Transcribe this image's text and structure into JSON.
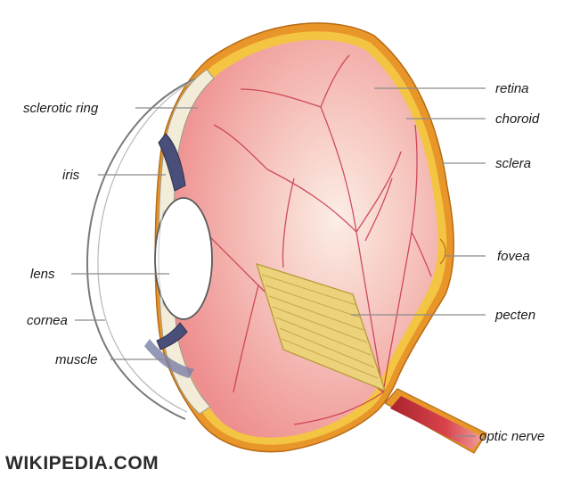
{
  "diagram": {
    "labels": {
      "sclerotic_ring": "sclerotic ring",
      "iris": "iris",
      "lens": "lens",
      "cornea": "cornea",
      "muscle": "muscle",
      "retina": "retina",
      "choroid": "choroid",
      "sclera": "sclera",
      "fovea": "fovea",
      "pecten": "pecten",
      "optic_nerve": "optic nerve"
    },
    "watermark": "WIKIPEDIA.COM",
    "colors": {
      "sclera": "#e8962a",
      "choroid": "#f4c542",
      "retina_fill": "#f2a5a0",
      "vessels": "#c8344a",
      "pecten": "#ecd27a",
      "optic_nerve": "#c4313a",
      "lens": "#ffffff",
      "iris": "#4a4f7a"
    }
  }
}
